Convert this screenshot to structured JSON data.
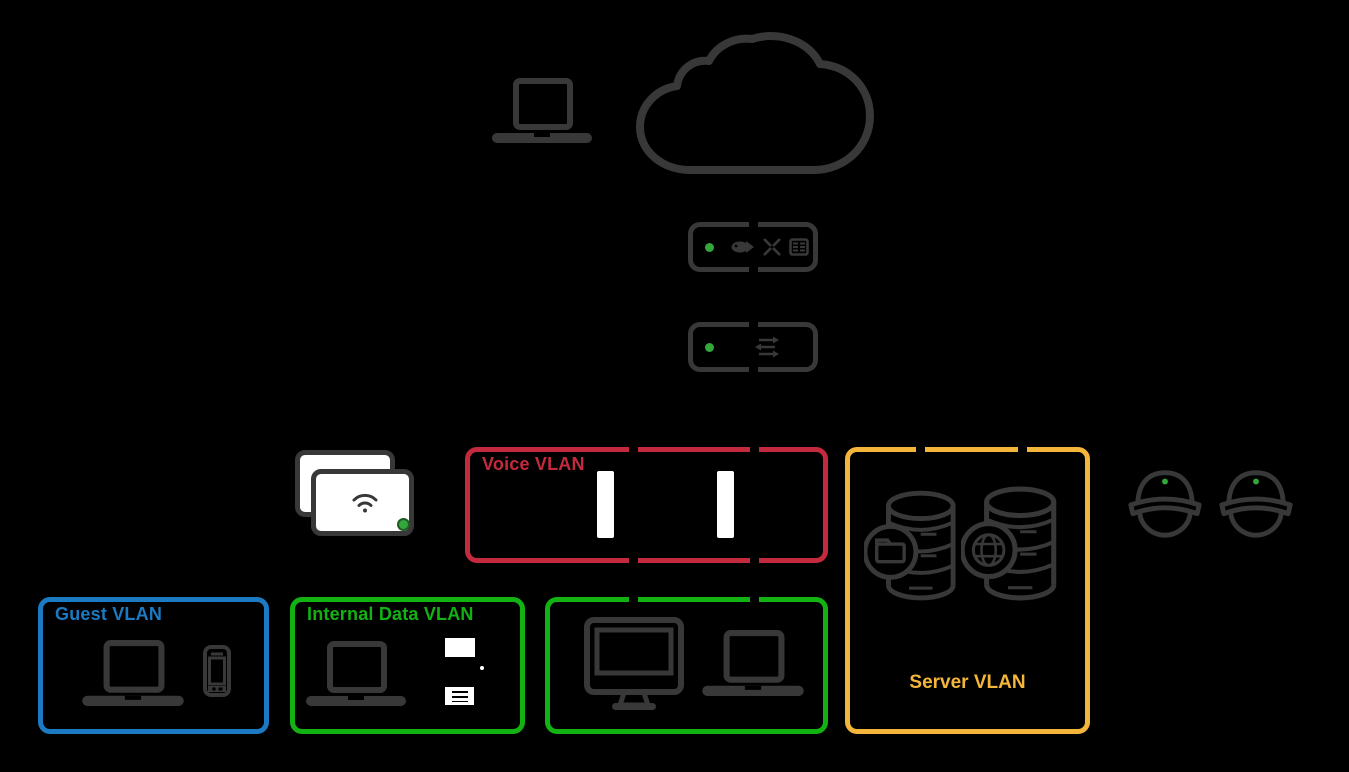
{
  "colors": {
    "background": "#000000",
    "ink": "#383838",
    "white": "#ffffff",
    "led": "#33a63c",
    "voice_red": "#c42a3d",
    "guest_blue": "#1b7ac1",
    "data_green": "#12b212",
    "server_yellow": "#f3b63a"
  },
  "internet": {
    "devices": [
      "laptop",
      "cloud"
    ]
  },
  "appliances": {
    "security_appliance": {
      "status_led": "green",
      "icons": [
        "fish",
        "cross-arrows",
        "rule-table"
      ]
    },
    "switch": {
      "status_led": "green",
      "icons": [
        "switch-arrows"
      ]
    }
  },
  "wireless": {
    "access_point_count": 2,
    "status_led": "green",
    "icon": "wifi"
  },
  "vlans": {
    "voice": {
      "label": "Voice VLAN",
      "color": "#c42a3d",
      "devices": [
        "ip-phone",
        "ip-phone"
      ]
    },
    "guest": {
      "label": "Guest VLAN",
      "color": "#1b7ac1",
      "devices": [
        "laptop",
        "smartphone"
      ]
    },
    "internal": {
      "label": "Internal Data VLAN",
      "color": "#12b212",
      "devices": [
        "laptop",
        "printer"
      ]
    },
    "workstations": {
      "label": "",
      "color": "#12b212",
      "devices": [
        "desktop",
        "laptop"
      ]
    },
    "server": {
      "label": "Server VLAN",
      "color": "#f3b63a",
      "devices": [
        "file-server-database",
        "web-server-database"
      ]
    }
  },
  "cameras": {
    "count": 2,
    "status_led": "green",
    "icon": "dome-camera"
  }
}
